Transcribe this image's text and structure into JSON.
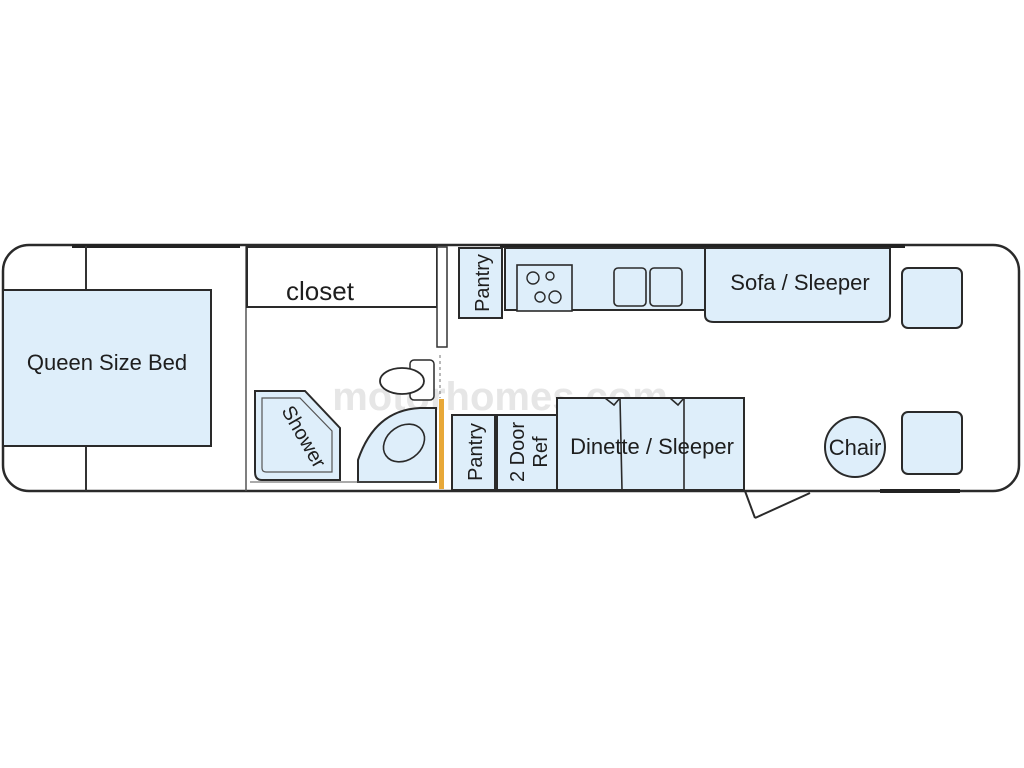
{
  "floorplan": {
    "labels": {
      "queen_bed": "Queen Size Bed",
      "closet": "closet",
      "shower": "Shower",
      "pantry_top": "Pantry",
      "pantry_bottom": "Pantry",
      "ref_line1": "2 Door",
      "ref_line2": "Ref",
      "sofa": "Sofa / Sleeper",
      "dinette": "Dinette / Sleeper",
      "chair": "Chair"
    },
    "watermark": "motorhomes.com",
    "colors": {
      "fixture_fill": "#deeefa",
      "outline": "#2a2a2a",
      "door_accent": "#e8a838",
      "wall": "#333333"
    }
  }
}
